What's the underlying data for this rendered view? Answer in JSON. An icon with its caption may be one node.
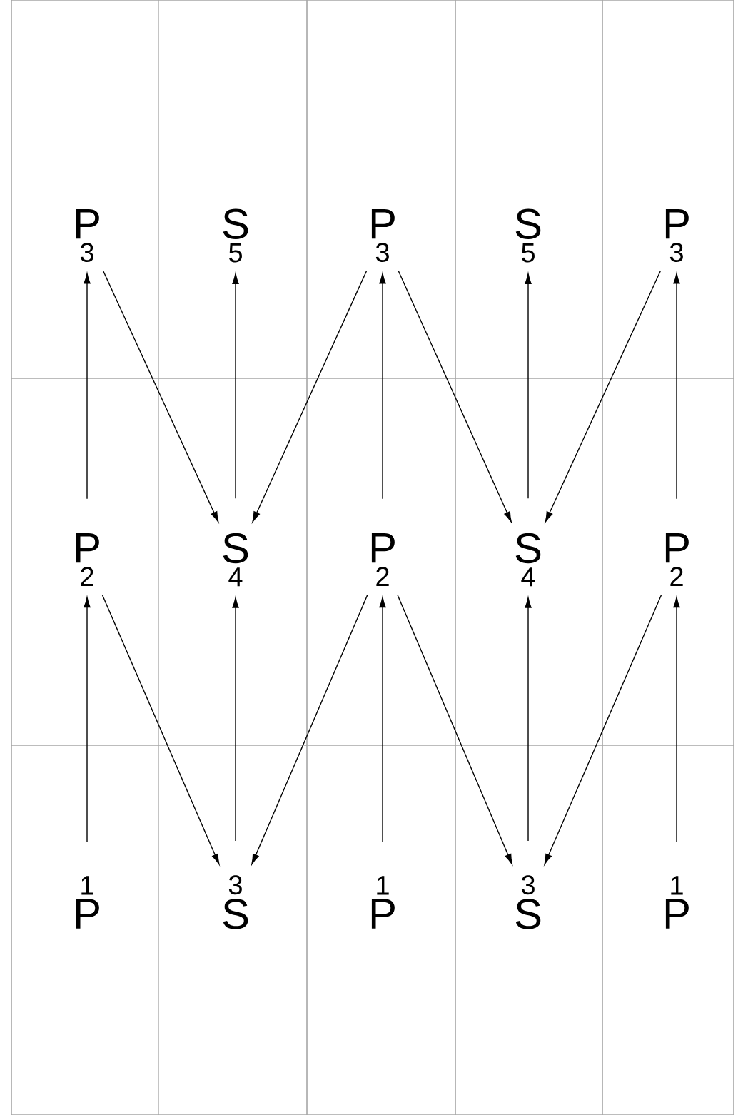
{
  "diagram": {
    "nodes": [
      {
        "text": [
          "P",
          "3"
        ]
      },
      {
        "text": [
          "S",
          "5"
        ]
      },
      {
        "text": [
          "P",
          "3"
        ]
      },
      {
        "text": [
          "S",
          "5"
        ]
      },
      {
        "text": [
          "P",
          "3"
        ]
      },
      {
        "text": [
          "P",
          "2"
        ]
      },
      {
        "text": [
          "S",
          "4"
        ]
      },
      {
        "text": [
          "P",
          "2"
        ]
      },
      {
        "text": [
          "S",
          "4"
        ]
      },
      {
        "text": [
          "P",
          "2"
        ]
      },
      {
        "text": [
          "1",
          "P"
        ]
      },
      {
        "text": [
          "3",
          "S"
        ]
      },
      {
        "text": [
          "1",
          "P"
        ]
      },
      {
        "text": [
          "3",
          "S"
        ]
      },
      {
        "text": [
          "1",
          "P"
        ]
      }
    ],
    "edges": [
      {
        "from": 10,
        "to": 5,
        "arrow": "to"
      },
      {
        "from": 11,
        "to": 6,
        "arrow": "to"
      },
      {
        "from": 12,
        "to": 7,
        "arrow": "to"
      },
      {
        "from": 13,
        "to": 8,
        "arrow": "to"
      },
      {
        "from": 14,
        "to": 9,
        "arrow": "to"
      },
      {
        "from": 5,
        "to": 0,
        "arrow": "to"
      },
      {
        "from": 6,
        "to": 1,
        "arrow": "to"
      },
      {
        "from": 7,
        "to": 2,
        "arrow": "to"
      },
      {
        "from": 8,
        "to": 3,
        "arrow": "to"
      },
      {
        "from": 9,
        "to": 4,
        "arrow": "to"
      },
      {
        "from": 0,
        "to": 6,
        "arrow": "to"
      },
      {
        "from": 2,
        "to": 6,
        "arrow": "to"
      },
      {
        "from": 2,
        "to": 8,
        "arrow": "to"
      },
      {
        "from": 4,
        "to": 8,
        "arrow": "to"
      },
      {
        "from": 5,
        "to": 11,
        "arrow": "to"
      },
      {
        "from": 7,
        "to": 11,
        "arrow": "to"
      },
      {
        "from": 7,
        "to": 13,
        "arrow": "to"
      },
      {
        "from": 9,
        "to": 13,
        "arrow": "to"
      }
    ]
  }
}
